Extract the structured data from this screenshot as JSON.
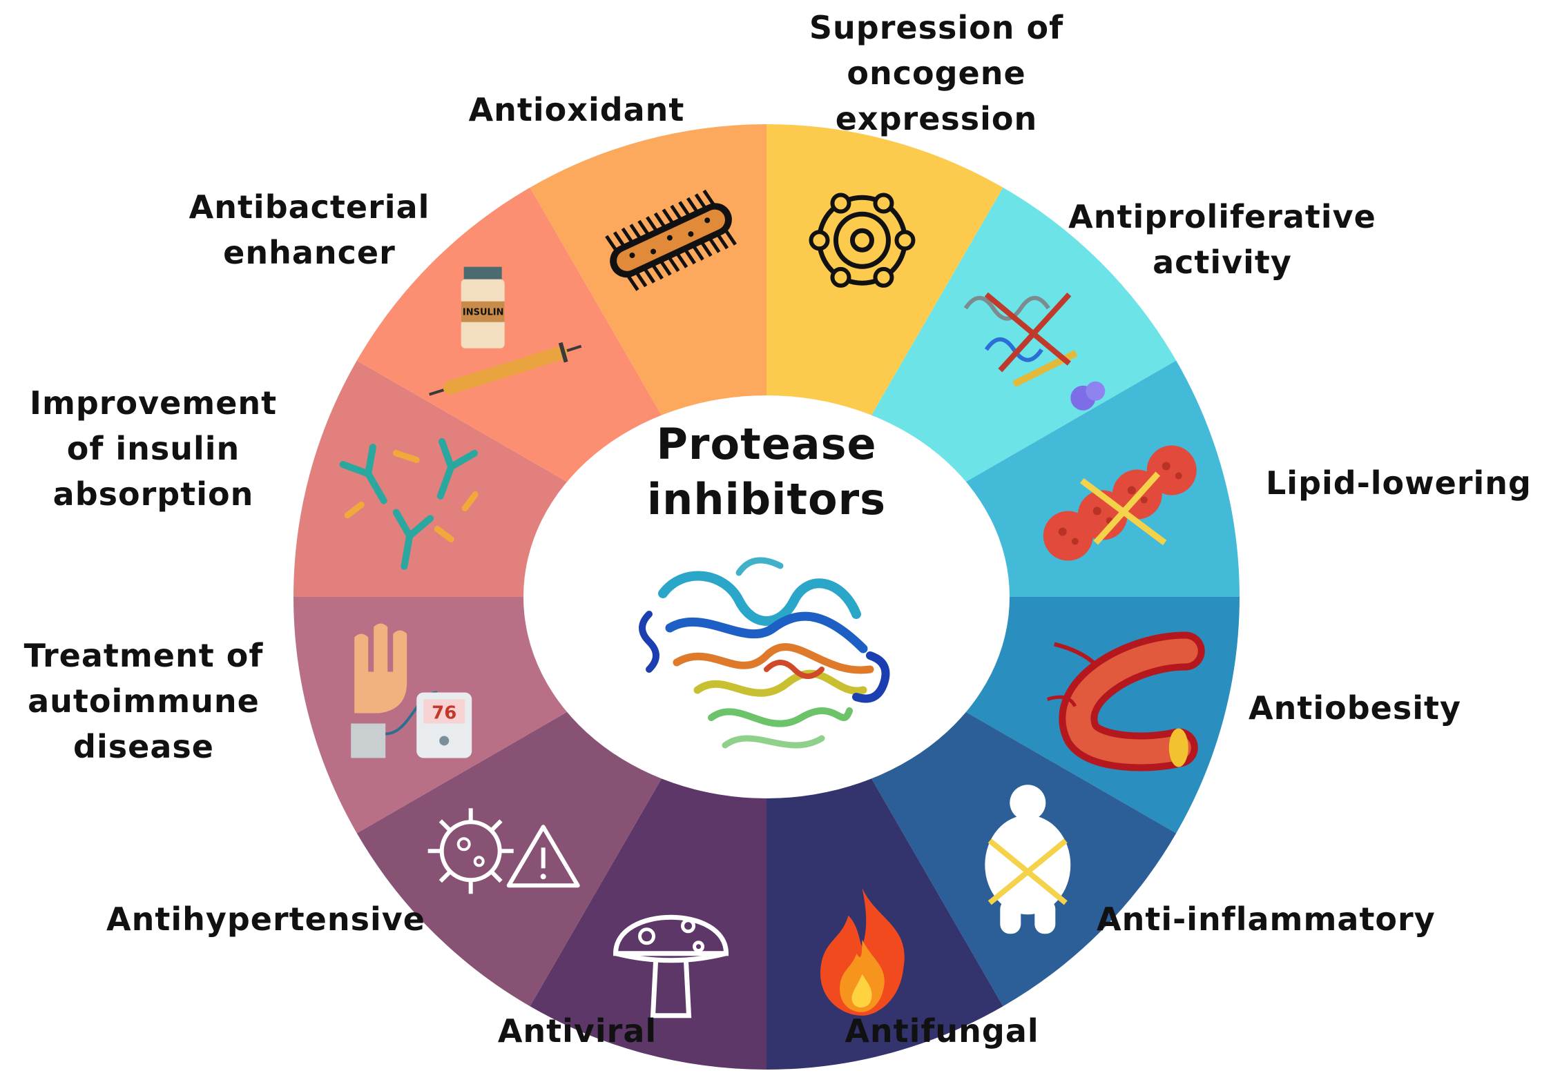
{
  "center": {
    "title_line1": "Protease",
    "title_line2": "inhibitors",
    "image_icon": "protein-structure-ribbon"
  },
  "segments": [
    {
      "id": "antioxidant",
      "label_lines": [
        "Antioxidant"
      ],
      "color": "#FCCB4E",
      "icon": "atom-icon"
    },
    {
      "id": "oncogene",
      "label_lines": [
        "Supression of",
        "oncogene",
        "expression"
      ],
      "color": "#6CE3E6",
      "icon": "dna-crossed-icon"
    },
    {
      "id": "antiproliferative",
      "label_lines": [
        "Antiproliferative",
        "activity"
      ],
      "color": "#44BAD9",
      "icon": "cells-crossed-icon"
    },
    {
      "id": "lipid",
      "label_lines": [
        "Lipid-lowering"
      ],
      "color": "#2A8EBF",
      "icon": "artery-icon"
    },
    {
      "id": "antiobesity",
      "label_lines": [
        "Antiobesity"
      ],
      "color": "#2C5F98",
      "icon": "obesity-crossed-icon"
    },
    {
      "id": "antiinflammatory",
      "label_lines": [
        "Anti-inflammatory"
      ],
      "color": "#33346E",
      "icon": "fire-icon"
    },
    {
      "id": "antifungal",
      "label_lines": [
        "Antifungal"
      ],
      "color": "#5C3768",
      "icon": "mushroom-icon"
    },
    {
      "id": "antiviral",
      "label_lines": [
        "Antiviral"
      ],
      "color": "#875273",
      "icon": "virus-warning-icon"
    },
    {
      "id": "antihypertensive",
      "label_lines": [
        "Antihypertensive"
      ],
      "color": "#B96F86",
      "icon": "blood-pressure-monitor-icon"
    },
    {
      "id": "autoimmune",
      "label_lines": [
        "Treatment of",
        "autoimmune",
        "disease"
      ],
      "color": "#E2807E",
      "icon": "antibodies-icon"
    },
    {
      "id": "insulin",
      "label_lines": [
        "Improvement",
        "of insulin",
        "absorption"
      ],
      "color": "#FC8F71",
      "icon": "insulin-vial-syringe-icon"
    },
    {
      "id": "antibacterial",
      "label_lines": [
        "Antibacterial",
        "enhancer"
      ],
      "color": "#FCA95E",
      "icon": "bacterium-icon"
    }
  ],
  "vial_text": "INSULIN",
  "monitor_text": "76"
}
